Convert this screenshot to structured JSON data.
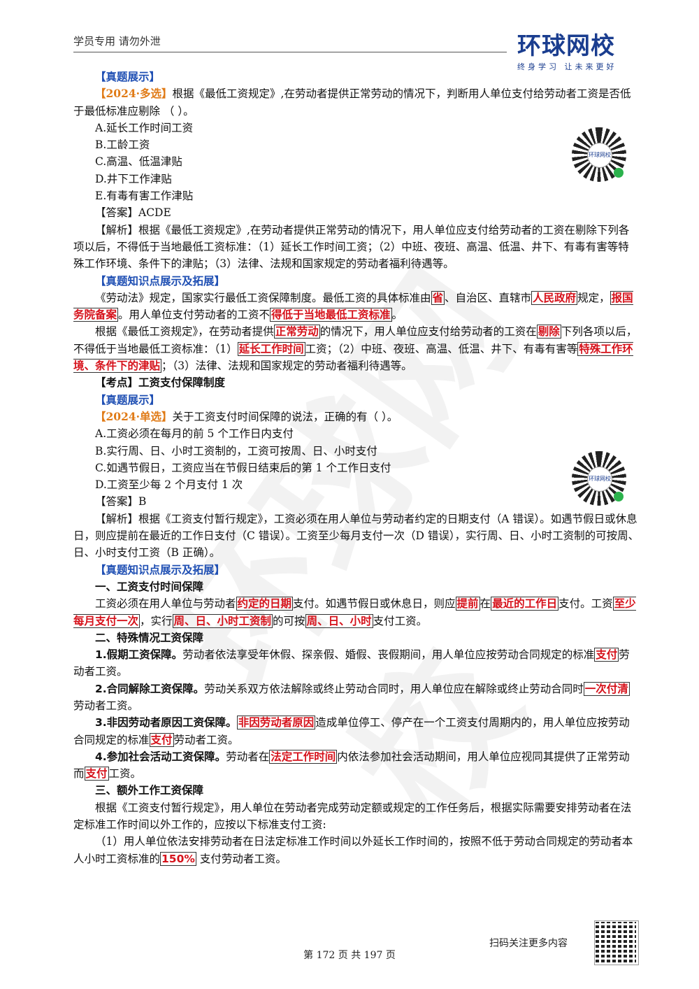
{
  "header": {
    "left_text": "学员专用 请勿外泄",
    "logo_main": "环球网校",
    "logo_sub": "终身学习 让未来更好"
  },
  "watermark": "环球网校",
  "qr": {
    "label": "环球网校"
  },
  "section1": {
    "title": "【真题展示】",
    "tag": "【2024·多选】",
    "question": "根据《最低工资规定》,在劳动者提供正常劳动的情况下，判断用人单位支付给劳动者工资是否低于最低标准应剔除 （ ）。",
    "options": [
      "A.延长工作时间工资",
      "B.工龄工资",
      "C.高温、低温津贴",
      "D.井下工作津贴",
      "E.有毒有害工作津贴"
    ],
    "answer": "【答案】ACDE",
    "analysis": "【解析】根据《最低工资规定》,在劳动者提供正常劳动的情况下，用人单位应支付给劳动者的工资在剔除下列各项以后，不得低于当地最低工资标准：（1）延长工作时间工资；（2）中班、夜班、高温、低温、井下、有毒有害等特殊工作环境、条件下的津贴；（3）法律、法规和国家规定的劳动者福利待遇等。",
    "ext_title": "【真题知识点展示及拓展】",
    "p1": [
      "《劳动法》规定，国家实行最低工资保障制度。最低工资的具体标准由",
      "省",
      "、自治区、直辖市",
      "人民政府",
      "规定，",
      "报国务院备案",
      "。用人单位支付劳动者的工资不",
      "得低于当地最低工资标准",
      "。"
    ],
    "p2": [
      "根据《最低工资规定》，在劳动者提供",
      "正常劳动",
      "的情况下，用人单位应支付给劳动者的工资在",
      "剔除",
      "下列各项以后，不得低于当地最低工资标准：（1）",
      "延长工作时间",
      "工资；（2）中班、夜班、高温、低温、井下、有毒有害等",
      "特殊工作环境、条件下的津贴",
      "；（3）法律、法规和国家规定的劳动者福利待遇等。"
    ]
  },
  "section2": {
    "kaodian": "【考点】工资支付保障制度",
    "title": "【真题展示】",
    "tag": "【2024·单选】",
    "question": "关于工资支付时间保障的说法，正确的有（ ）。",
    "options": [
      "A.工资必须在每月的前 5 个工作日内支付",
      "B.实行周、日、小时工资制的，工资可按周、日、小时支付",
      "C.如遇节假日，工资应当在节假日结束后的第 1 个工作日支付",
      "D.工资至少每 2 个月支付 1 次"
    ],
    "answer": "【答案】B",
    "analysis": "【解析】根据《工资支付暂行规定》，工资必须在用人单位与劳动者约定的日期支付（A 错误）。如遇节假日或休息日，则应提前在最近的工作日支付（C 错误）。工资至少每月支付一次（D 错误），实行周、日、小时工资制的可按周、日、小时支付工资（B 正确）。",
    "ext_title": "【真题知识点展示及拓展】",
    "h1": "一、工资支付时间保障",
    "p1": [
      "工资必须在用人单位与劳动者",
      "约定的日期",
      "支付。如遇节假日或休息日，则应",
      "提前",
      "在",
      "最近的工作日",
      "支付。工资",
      "至少每月支付一次",
      "，实行",
      "周、日、小时工资制",
      "的可按",
      "周、日、小时",
      "支付工资。"
    ],
    "h2": "二、特殊情况工资保障",
    "s1": [
      "1.假期工资保障。",
      "劳动者依法享受年休假、探亲假、婚假、丧假期间，用人单位应按劳动合同规定的标准",
      "支付",
      "劳动者工资。"
    ],
    "s2": [
      "2.合同解除工资保障。",
      "劳动关系双方依法解除或终止劳动合同时，用人单位应在解除或终止劳动合同时",
      "一次付清",
      "劳动者工资。"
    ],
    "s3": [
      "3.非因劳动者原因工资保障。",
      "非因劳动者原因",
      "造成单位停工、停产在一个工资支付周期内的，用人单位应按劳动合同规定的标准",
      "支付",
      "劳动者工资。"
    ],
    "s4": [
      "4.参加社会活动工资保障。",
      "劳动者在",
      "法定工作时间",
      "内依法参加社会活动期间，用人单位应视同其提供了正常劳动而",
      "支付",
      "工资。"
    ],
    "h3": "三、额外工作工资保障",
    "p3": "根据《工资支付暂行规定》，用人单位在劳动者完成劳动定额或规定的工作任务后，根据实际需要安排劳动者在法定标准工作时间以外工作的，应按以下标准支付工资:",
    "p4": [
      "（1）用人单位依法安排劳动者在日法定标准工作时间以外延长工作时间的，按照不低于劳动合同规定的劳动者本人小时工资标准的",
      "150%",
      " 支付劳动者工资。"
    ]
  },
  "footer": {
    "page": "第 172 页 共 197 页",
    "scan_text": "扫码关注更多内容"
  }
}
